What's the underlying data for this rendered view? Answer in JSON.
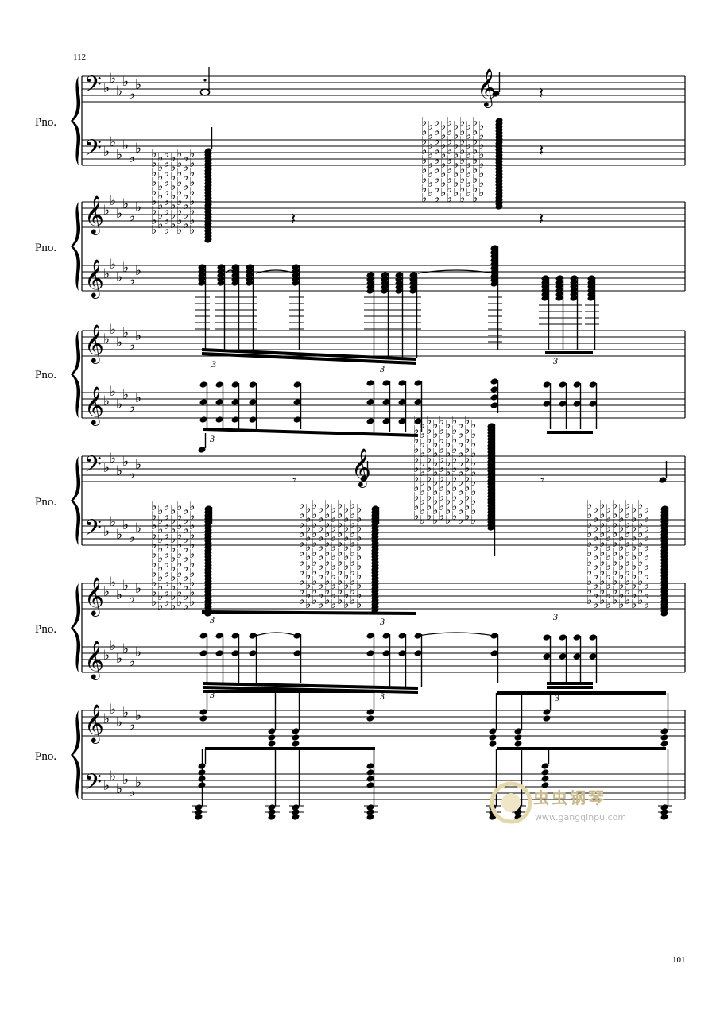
{
  "measure_number": "112",
  "page_number": "101",
  "instrument_label": "Pno.",
  "tuplet_label": "3",
  "watermark": {
    "name": "虫虫钢琴",
    "url": "www.gangqinpu.com"
  },
  "systems": [
    {
      "instrument": "Pno.",
      "upper_clef": "bass",
      "lower_clef": "bass"
    },
    {
      "instrument": "Pno.",
      "upper_clef": "treble",
      "lower_clef": "treble"
    },
    {
      "instrument": "Pno.",
      "upper_clef": "treble",
      "lower_clef": "treble"
    },
    {
      "instrument": "Pno.",
      "upper_clef": "bass",
      "lower_clef": "bass"
    },
    {
      "instrument": "Pno.",
      "upper_clef": "treble",
      "lower_clef": "treble"
    },
    {
      "instrument": "Pno.",
      "upper_clef": "treble",
      "lower_clef": "bass"
    }
  ]
}
